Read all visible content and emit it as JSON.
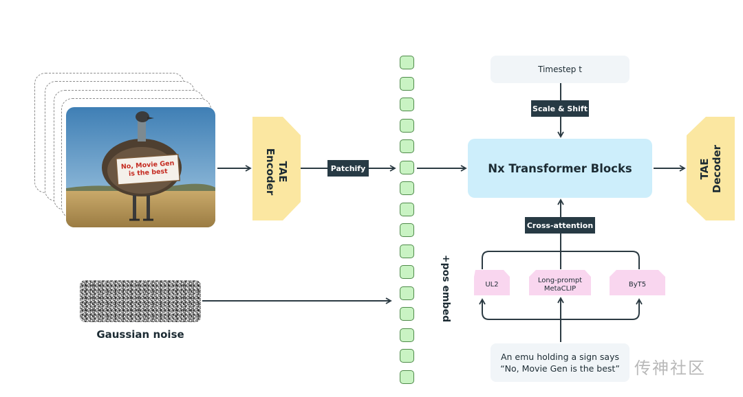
{
  "input": {
    "sign_text": "No, Movie Gen is the best",
    "noise_label": "Gaussian noise"
  },
  "encoder": {
    "label": "TAE\nEncoder"
  },
  "patchify": {
    "label": "Patchify"
  },
  "tokens": {
    "count": 16,
    "pos_embed_label": "+pos embed"
  },
  "timestep": {
    "label": "Timestep t"
  },
  "scale_shift": {
    "label": "Scale & Shift"
  },
  "transformer": {
    "label": "Nx Transformer Blocks"
  },
  "decoder": {
    "label": "TAE\nDecoder"
  },
  "cross_attention": {
    "label": "Cross-attention"
  },
  "text_encoders": [
    {
      "label": "UL2"
    },
    {
      "label": "Long-prompt\nMetaCLIP"
    },
    {
      "label": "ByT5"
    }
  ],
  "prompt": {
    "line1": "An emu holding a sign says",
    "line2": "“No, Movie Gen is the best”"
  },
  "watermark": {
    "text": "传神社区"
  },
  "colors": {
    "tae": "#fbe7a1",
    "transformer": "#cdeefb",
    "token_fill": "#c9f3c3",
    "token_border": "#4d8a48",
    "text_encoder": "#f9d6ef",
    "dark_label": "#273a44",
    "light_box": "#f1f5f8",
    "arrow": "#2b3a42"
  }
}
